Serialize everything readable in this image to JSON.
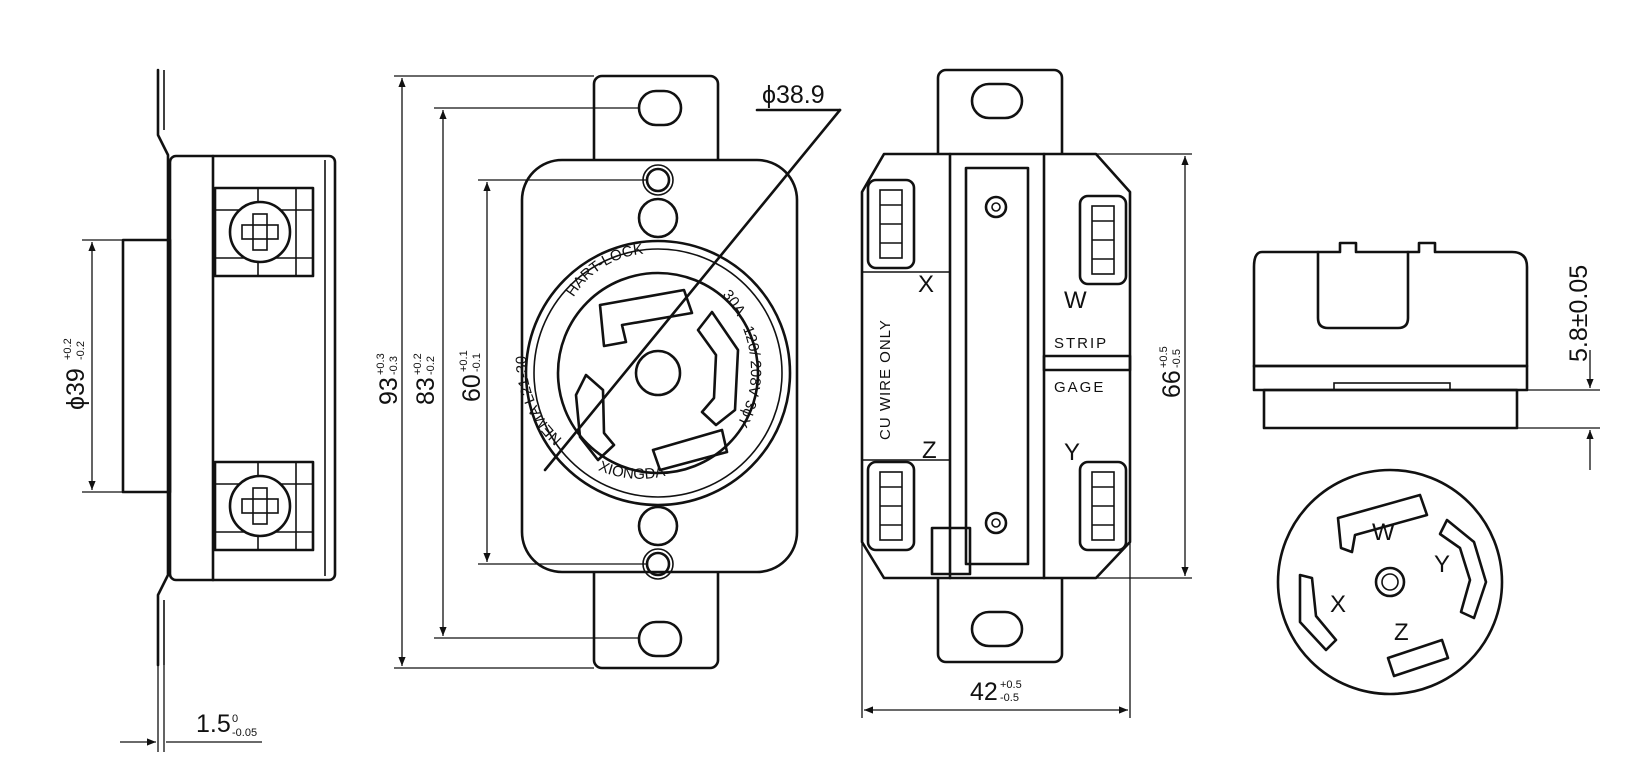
{
  "view_side": {
    "dia": "ϕ39",
    "dia_tol_up": "+0.2",
    "dia_tol_dn": "-0.2",
    "plate": "1.5",
    "plate_tol_up": "0",
    "plate_tol_dn": "-0.05"
  },
  "view_front": {
    "h93": "93",
    "h93_up": "+0.3",
    "h93_dn": "-0.3",
    "h83": "83",
    "h83_up": "+0.2",
    "h83_dn": "-0.2",
    "h60": "60",
    "h60_up": "+0.1",
    "h60_dn": "-0.1",
    "face_dia": "ϕ38.9",
    "brand_top": "HART-LOCK",
    "rating": "30A - 120/ 208V 3ϕY",
    "nema": "NEMA L21-30",
    "brand_bottom": "XIONGDA"
  },
  "view_back": {
    "cu_wire": "CU WIRE ONLY",
    "strip": "STRIP",
    "gage": "GAGE",
    "term_x": "X",
    "term_w": "W",
    "term_z": "Z",
    "term_y": "Y",
    "h66": "66",
    "h66_up": "+0.5",
    "h66_dn": "-0.5",
    "w42": "42",
    "w42_up": "+0.5",
    "w42_dn": "-0.5"
  },
  "view_top": {
    "depth": "5.8±0.05"
  },
  "view_pins": {
    "w": "W",
    "y": "Y",
    "z": "Z",
    "x": "X"
  }
}
